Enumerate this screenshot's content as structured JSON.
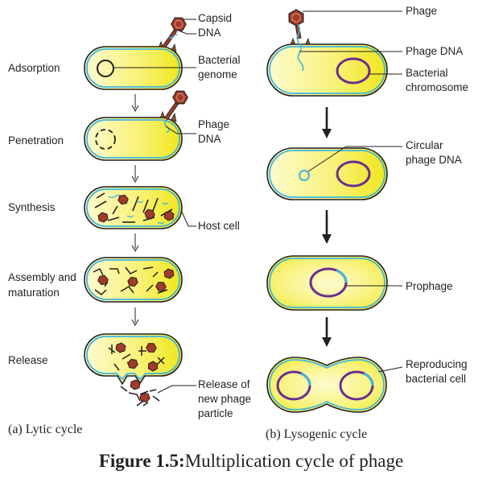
{
  "lytic": {
    "stages": [
      "Adsorption",
      "Penetration",
      "Synthesis",
      "Assembly and",
      "maturation",
      "Release"
    ],
    "labels": {
      "capsid": "Capsid",
      "dna": "DNA",
      "bacterial_genome_1": "Bacterial",
      "bacterial_genome_2": "genome",
      "phage_dna_1": "Phage",
      "phage_dna_2": "DNA",
      "host_cell": "Host cell",
      "release_1": "Release of",
      "release_2": "new phage",
      "release_3": "particle"
    },
    "caption": "(a) Lytic cycle"
  },
  "lysogenic": {
    "labels": {
      "phage": "Phage",
      "phage_dna": "Phage DNA",
      "bact_chrom_1": "Bacterial",
      "bact_chrom_2": "chromosome",
      "circ_1": "Circular",
      "circ_2": "phage DNA",
      "prophage": "Prophage",
      "repro_1": "Reproducing",
      "repro_2": "bacterial cell"
    },
    "caption": "(b) Lysogenic cycle"
  },
  "figure": {
    "label": "Figure 1.5:",
    "title": "Multiplication cycle of phage"
  },
  "colors": {
    "cell_fill_light": "#fdfbd0",
    "cell_fill_dark": "#f2ea1c",
    "cell_border": "#3fb6e0",
    "phage_head": "#a33b26",
    "chromosome": "#6b2e8f",
    "phage_dna": "#3fb6e0"
  }
}
